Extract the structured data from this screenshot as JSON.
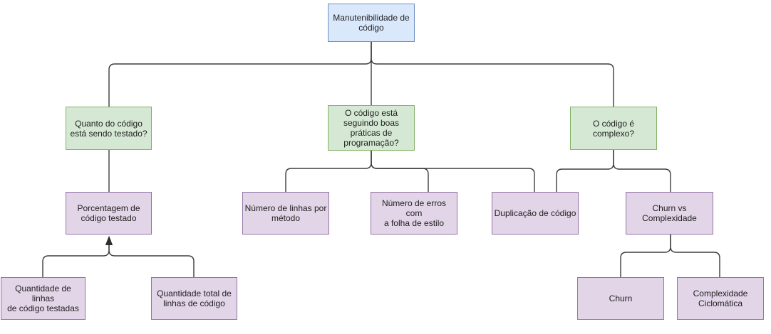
{
  "diagram": {
    "title": "Manutenibilidade de código",
    "colors": {
      "root_fill": "#dae8fc",
      "root_border": "#6c8ebf",
      "question_fill": "#d5e8d4",
      "question_border": "#82b366",
      "metric_fill": "#e1d5e7",
      "metric_border": "#9673a6",
      "connector": "#3d3d3d",
      "background": "#ffffff"
    },
    "nodes": {
      "root": {
        "label": "Manutenibilidade de\ncódigo"
      },
      "q_tested": {
        "label": "Quanto do código\nestá sendo testado?"
      },
      "q_practices": {
        "label": "O código está\nseguindo boas\npráticas de\nprogramação?"
      },
      "q_complex": {
        "label": "O código é\ncomplexo?"
      },
      "m_percent": {
        "label": "Porcentagem de\ncódigo testado"
      },
      "m_lines_method": {
        "label": "Número de linhas por\nmétodo"
      },
      "m_style_errors": {
        "label": "Número de erros com\na folha de estilo"
      },
      "m_duplication": {
        "label": "Duplicação de código"
      },
      "m_churn_complex": {
        "label": "Churn vs\nComplexidade"
      },
      "m_tested_lines": {
        "label": "Quantidade de linhas\nde código testadas"
      },
      "m_total_lines": {
        "label": "Quantidade total de\nlinhas de código"
      },
      "m_churn": {
        "label": "Churn"
      },
      "m_cyclomatic": {
        "label": "Complexidade\nCiclomática"
      }
    },
    "edges": [
      {
        "from": "root",
        "to": "q_tested",
        "arrow": "none"
      },
      {
        "from": "root",
        "to": "q_practices",
        "arrow": "none"
      },
      {
        "from": "root",
        "to": "q_complex",
        "arrow": "none"
      },
      {
        "from": "q_tested",
        "to": "m_percent",
        "arrow": "none"
      },
      {
        "from": "q_practices",
        "to": "m_lines_method",
        "arrow": "none"
      },
      {
        "from": "q_practices",
        "to": "m_style_errors",
        "arrow": "none"
      },
      {
        "from": "q_practices",
        "to": "m_duplication",
        "arrow": "none"
      },
      {
        "from": "q_complex",
        "to": "m_duplication",
        "arrow": "none"
      },
      {
        "from": "q_complex",
        "to": "m_churn_complex",
        "arrow": "none"
      },
      {
        "from": "m_tested_lines",
        "to": "m_percent",
        "arrow": "into-target-bottom"
      },
      {
        "from": "m_total_lines",
        "to": "m_percent",
        "arrow": "into-target-bottom"
      },
      {
        "from": "m_churn_complex",
        "to": "m_churn",
        "arrow": "none"
      },
      {
        "from": "m_churn_complex",
        "to": "m_cyclomatic",
        "arrow": "none"
      }
    ]
  }
}
